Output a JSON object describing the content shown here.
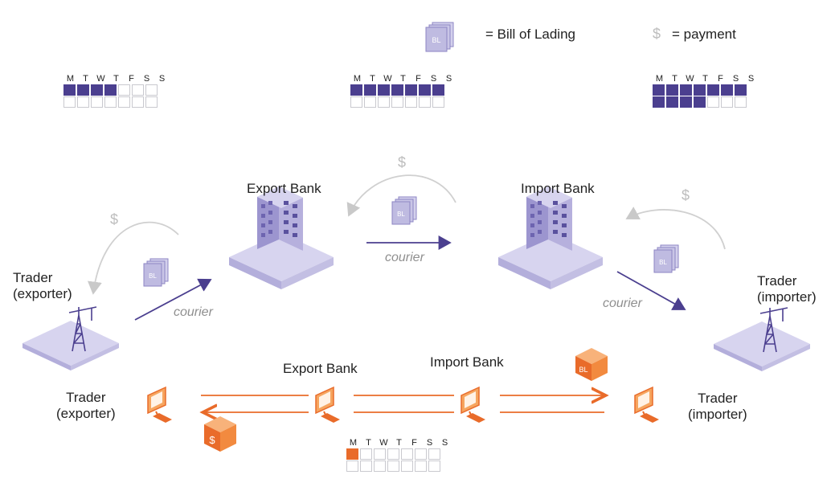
{
  "legend": {
    "bl_label": "= Bill of Lading",
    "bl_icon_text": "BL",
    "payment_symbol": "$",
    "payment_label": "= payment"
  },
  "calendars": {
    "days": [
      "M",
      "T",
      "W",
      "T",
      "F",
      "S",
      "S"
    ],
    "exporter_week": {
      "row1_filled": 4,
      "row2_filled": 0
    },
    "middle_week": {
      "row1_filled": 7,
      "row2_filled": 0
    },
    "importer_week": {
      "row1_filled": 7,
      "row2_filled": 4
    },
    "electronic_week": {
      "row1_filled": 1,
      "row2_filled": 0
    }
  },
  "paper_flow": {
    "export_bank": "Export Bank",
    "import_bank": "Import Bank",
    "trader_exporter": [
      "Trader",
      "(exporter)"
    ],
    "trader_importer": [
      "Trader",
      "(importer)"
    ],
    "courier": "courier",
    "dollar": "$",
    "bl": "BL"
  },
  "electronic_flow": {
    "export_bank": "Export Bank",
    "import_bank": "Import Bank",
    "trader_exporter": [
      "Trader",
      "(exporter)"
    ],
    "trader_importer": [
      "Trader",
      "(importer)"
    ],
    "bl": "BL",
    "dollar": "$"
  },
  "colors": {
    "purple": "#4b3f8f",
    "lavender": "#c9c5e6",
    "orange": "#e96b2a",
    "gray": "#bdbdbd"
  }
}
